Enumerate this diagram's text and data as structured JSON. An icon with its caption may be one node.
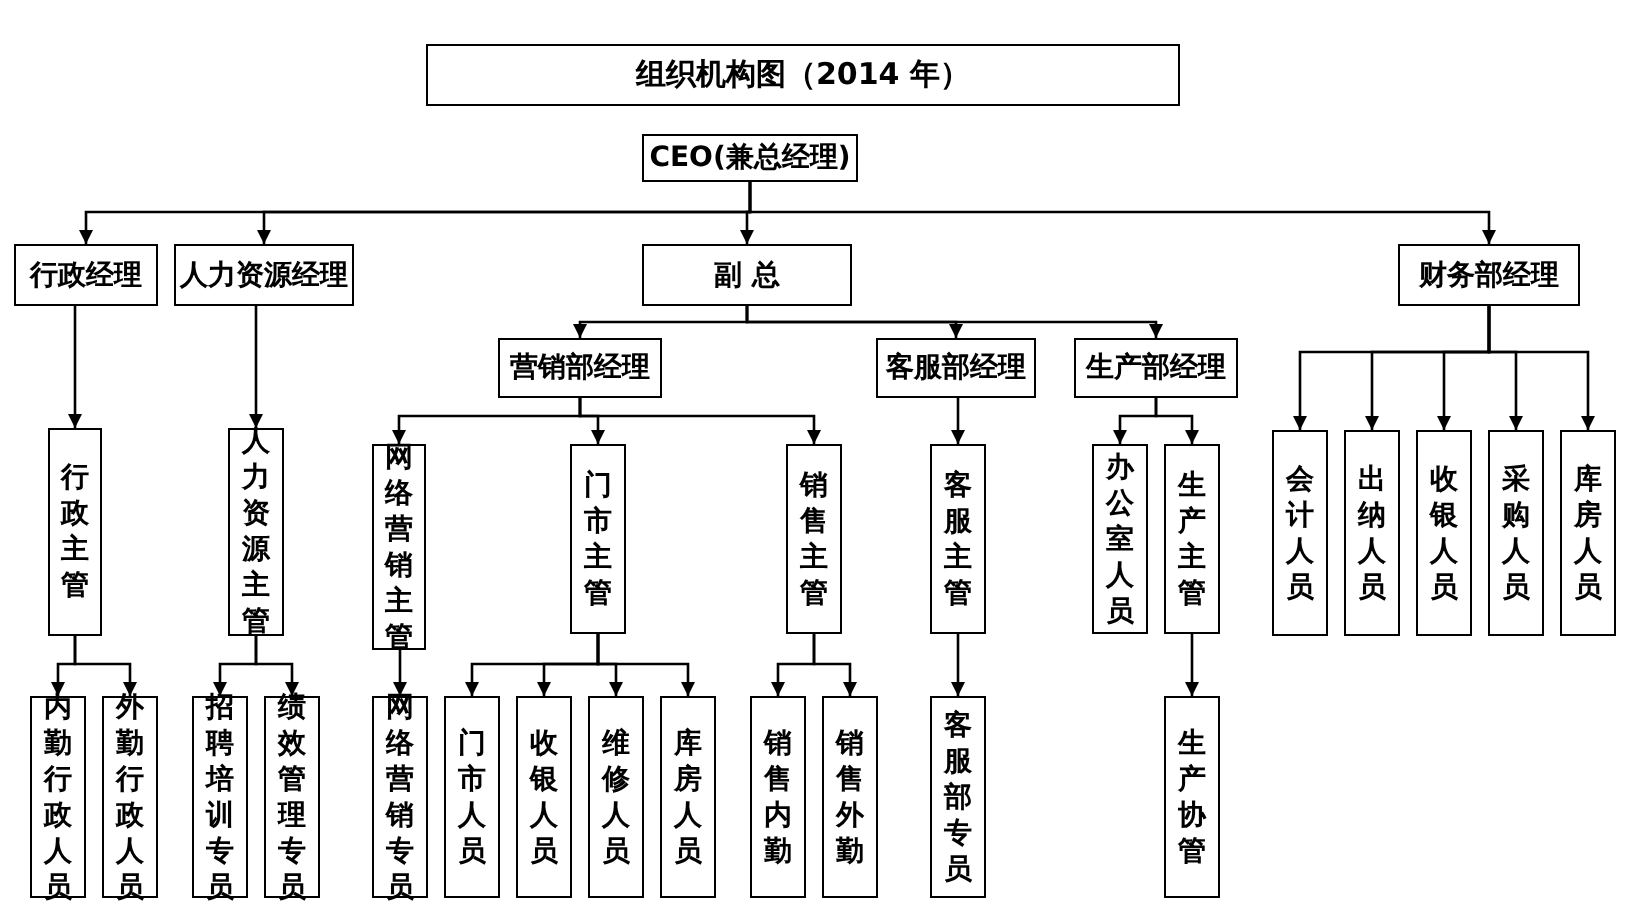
{
  "diagram": {
    "title": "组织机构图（2014 年）",
    "nodes": [
      {
        "text": [
          "CEO(兼总经理)"
        ]
      },
      {
        "text": [
          "行政经理"
        ]
      },
      {
        "text": [
          "人力资源经理"
        ]
      },
      {
        "text": [
          "副 总"
        ]
      },
      {
        "text": [
          "财务部经理"
        ]
      },
      {
        "text": [
          "营销部经理"
        ]
      },
      {
        "text": [
          "客服部经理"
        ]
      },
      {
        "text": [
          "生产部经理"
        ]
      },
      {
        "text": [
          "行政主管"
        ]
      },
      {
        "text": [
          "人力资源主管"
        ]
      },
      {
        "text": [
          "网络营销主管"
        ]
      },
      {
        "text": [
          "门市主管"
        ]
      },
      {
        "text": [
          "销售主管"
        ]
      },
      {
        "text": [
          "客服主管"
        ]
      },
      {
        "text": [
          "办公室人员"
        ]
      },
      {
        "text": [
          "生产主管"
        ]
      },
      {
        "text": [
          "会计人员"
        ]
      },
      {
        "text": [
          "出纳人员"
        ]
      },
      {
        "text": [
          "收银人员"
        ]
      },
      {
        "text": [
          "采购人员"
        ]
      },
      {
        "text": [
          "库房人员"
        ]
      },
      {
        "text": [
          "内勤行政人员"
        ]
      },
      {
        "text": [
          "外勤行政人员"
        ]
      },
      {
        "text": [
          "招聘培训专员"
        ]
      },
      {
        "text": [
          "绩效管理专员"
        ]
      },
      {
        "text": [
          "网络营销专员"
        ]
      },
      {
        "text": [
          "门市人员"
        ]
      },
      {
        "text": [
          "收银人员"
        ]
      },
      {
        "text": [
          "维修人员"
        ]
      },
      {
        "text": [
          "库房人员"
        ]
      },
      {
        "text": [
          "销售内勤"
        ]
      },
      {
        "text": [
          "销售外勤"
        ]
      },
      {
        "text": [
          "客服部专员"
        ]
      },
      {
        "text": [
          "生产协管"
        ]
      }
    ],
    "edges": [
      {
        "from": 0,
        "to": 1,
        "arrow": "to"
      },
      {
        "from": 0,
        "to": 2,
        "arrow": "to"
      },
      {
        "from": 0,
        "to": 3,
        "arrow": "to"
      },
      {
        "from": 0,
        "to": 4,
        "arrow": "to"
      },
      {
        "from": 3,
        "to": 5,
        "arrow": "to"
      },
      {
        "from": 3,
        "to": 6,
        "arrow": "to"
      },
      {
        "from": 3,
        "to": 7,
        "arrow": "to"
      },
      {
        "from": 1,
        "to": 8,
        "arrow": "to"
      },
      {
        "from": 2,
        "to": 9,
        "arrow": "to"
      },
      {
        "from": 5,
        "to": 10,
        "arrow": "to"
      },
      {
        "from": 5,
        "to": 11,
        "arrow": "to"
      },
      {
        "from": 5,
        "to": 12,
        "arrow": "to"
      },
      {
        "from": 6,
        "to": 13,
        "arrow": "to"
      },
      {
        "from": 7,
        "to": 14,
        "arrow": "to"
      },
      {
        "from": 7,
        "to": 15,
        "arrow": "to"
      },
      {
        "from": 4,
        "to": 16,
        "arrow": "to"
      },
      {
        "from": 4,
        "to": 17,
        "arrow": "to"
      },
      {
        "from": 4,
        "to": 18,
        "arrow": "to"
      },
      {
        "from": 4,
        "to": 19,
        "arrow": "to"
      },
      {
        "from": 4,
        "to": 20,
        "arrow": "to"
      },
      {
        "from": 8,
        "to": 21,
        "arrow": "to"
      },
      {
        "from": 8,
        "to": 22,
        "arrow": "to"
      },
      {
        "from": 9,
        "to": 23,
        "arrow": "to"
      },
      {
        "from": 9,
        "to": 24,
        "arrow": "to"
      },
      {
        "from": 10,
        "to": 25,
        "arrow": "to"
      },
      {
        "from": 11,
        "to": 26,
        "arrow": "to"
      },
      {
        "from": 11,
        "to": 27,
        "arrow": "to"
      },
      {
        "from": 11,
        "to": 28,
        "arrow": "to"
      },
      {
        "from": 11,
        "to": 29,
        "arrow": "to"
      },
      {
        "from": 12,
        "to": 30,
        "arrow": "to"
      },
      {
        "from": 12,
        "to": 31,
        "arrow": "to"
      },
      {
        "from": 13,
        "to": 32,
        "arrow": "to"
      },
      {
        "from": 15,
        "to": 33,
        "arrow": "to"
      }
    ]
  }
}
